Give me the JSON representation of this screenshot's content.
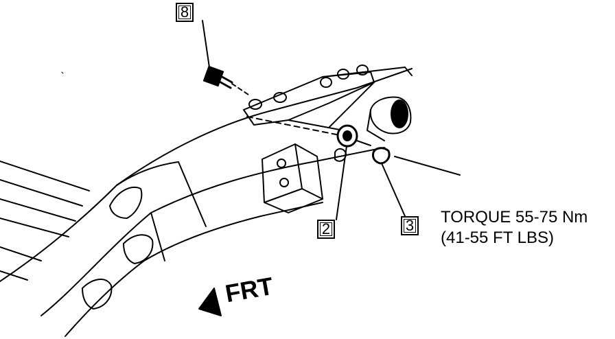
{
  "callouts": {
    "bolt": "8",
    "washer": "2",
    "nut": "3"
  },
  "torque": {
    "line1": "TORQUE 55-75 Nm",
    "line2": "(41-55 FT LBS)"
  },
  "direction": {
    "label": "FRT"
  },
  "colors": {
    "ink": "#000000",
    "paper": "#ffffff"
  }
}
